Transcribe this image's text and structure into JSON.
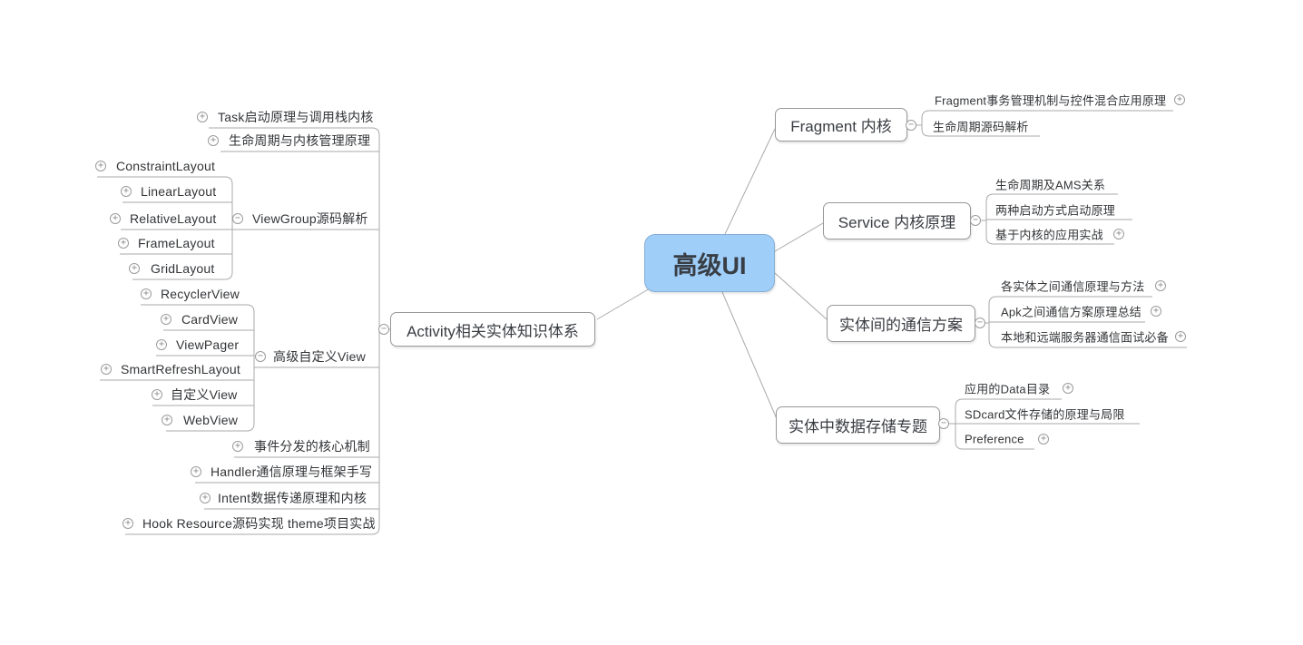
{
  "glyphs": {
    "plus": "+",
    "minus": "−"
  },
  "colors": {
    "background": "#ffffff",
    "center_fill": "#9fcef9",
    "center_border": "#86aed4",
    "box_border": "#989898",
    "connector_line": "#aaaaaa",
    "text": "#333538"
  },
  "root": {
    "label": "高级UI"
  },
  "left": {
    "topic": "Activity相关实体知识体系",
    "items": [
      {
        "label": "Task启动原理与调用栈内核"
      },
      {
        "label": "生命周期与内核管理原理"
      },
      {
        "label": "ViewGroup源码解析",
        "children": [
          {
            "label": "ConstraintLayout"
          },
          {
            "label": "LinearLayout"
          },
          {
            "label": "RelativeLayout"
          },
          {
            "label": "FrameLayout"
          },
          {
            "label": "GridLayout"
          }
        ]
      },
      {
        "label": "高级自定义View",
        "children": [
          {
            "label": "RecyclerView"
          },
          {
            "label": "CardView"
          },
          {
            "label": "ViewPager"
          },
          {
            "label": "SmartRefreshLayout"
          },
          {
            "label": "自定义View"
          },
          {
            "label": "WebView"
          }
        ]
      },
      {
        "label": "事件分发的核心机制"
      },
      {
        "label": "Handler通信原理与框架手写"
      },
      {
        "label": "Intent数据传递原理和内核"
      },
      {
        "label": "Hook Resource源码实现 theme项目实战"
      }
    ]
  },
  "right": [
    {
      "topic": "Fragment 内核",
      "children": [
        {
          "label": "Fragment事务管理机制与控件混合应用原理"
        },
        {
          "label": "生命周期源码解析"
        }
      ]
    },
    {
      "topic": "Service 内核原理",
      "children": [
        {
          "label": "生命周期及AMS关系"
        },
        {
          "label": "两种启动方式启动原理"
        },
        {
          "label": "基于内核的应用实战"
        }
      ]
    },
    {
      "topic": "实体间的通信方案",
      "children": [
        {
          "label": "各实体之间通信原理与方法"
        },
        {
          "label": "Apk之间通信方案原理总结"
        },
        {
          "label": "本地和远端服务器通信面试必备"
        }
      ]
    },
    {
      "topic": "实体中数据存储专题",
      "children": [
        {
          "label": "应用的Data目录"
        },
        {
          "label": "SDcard文件存储的原理与局限"
        },
        {
          "label": "Preference"
        }
      ]
    }
  ]
}
